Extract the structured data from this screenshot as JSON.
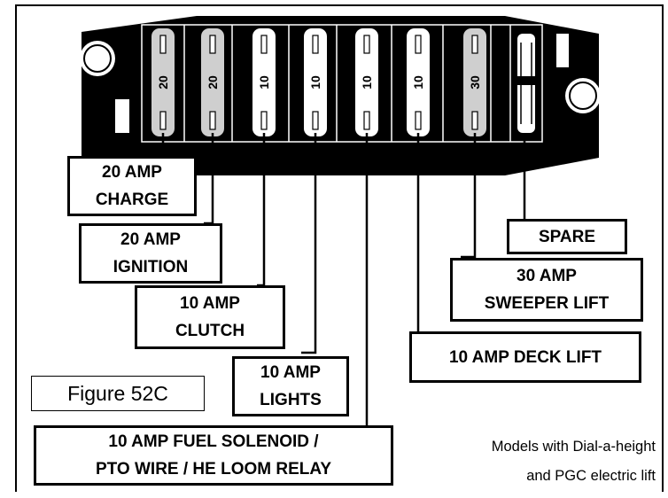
{
  "fuses": [
    {
      "rating": "20",
      "color": "#cfcfcf"
    },
    {
      "rating": "20",
      "color": "#cfcfcf"
    },
    {
      "rating": "10",
      "color": "#ffffff"
    },
    {
      "rating": "10",
      "color": "#ffffff"
    },
    {
      "rating": "10",
      "color": "#ffffff"
    },
    {
      "rating": "10",
      "color": "#ffffff"
    },
    {
      "rating": "30",
      "color": "#cfcfcf"
    }
  ],
  "labels": {
    "charge": {
      "line1": "20 AMP",
      "line2": "CHARGE"
    },
    "ignition": {
      "line1": "20 AMP",
      "line2": "IGNITION"
    },
    "clutch": {
      "line1": "10 AMP",
      "line2": "CLUTCH"
    },
    "lights": {
      "line1": "10 AMP",
      "line2": "LIGHTS"
    },
    "fuel": {
      "line1": "10 AMP FUEL SOLENOID /",
      "line2": "PTO WIRE / HE LOOM RELAY"
    },
    "deck": {
      "line1": "10 AMP DECK LIFT"
    },
    "sweeper": {
      "line1": "30 AMP",
      "line2": "SWEEPER LIFT"
    },
    "spare": {
      "line1": "SPARE"
    }
  },
  "figure_label": "Figure 52C",
  "note": {
    "line1": "Models with Dial-a-height",
    "line2": "and PGC electric lift"
  },
  "colors": {
    "body": "#000000",
    "fuse_dark": "#cfcfcf",
    "fuse_light": "#ffffff"
  }
}
